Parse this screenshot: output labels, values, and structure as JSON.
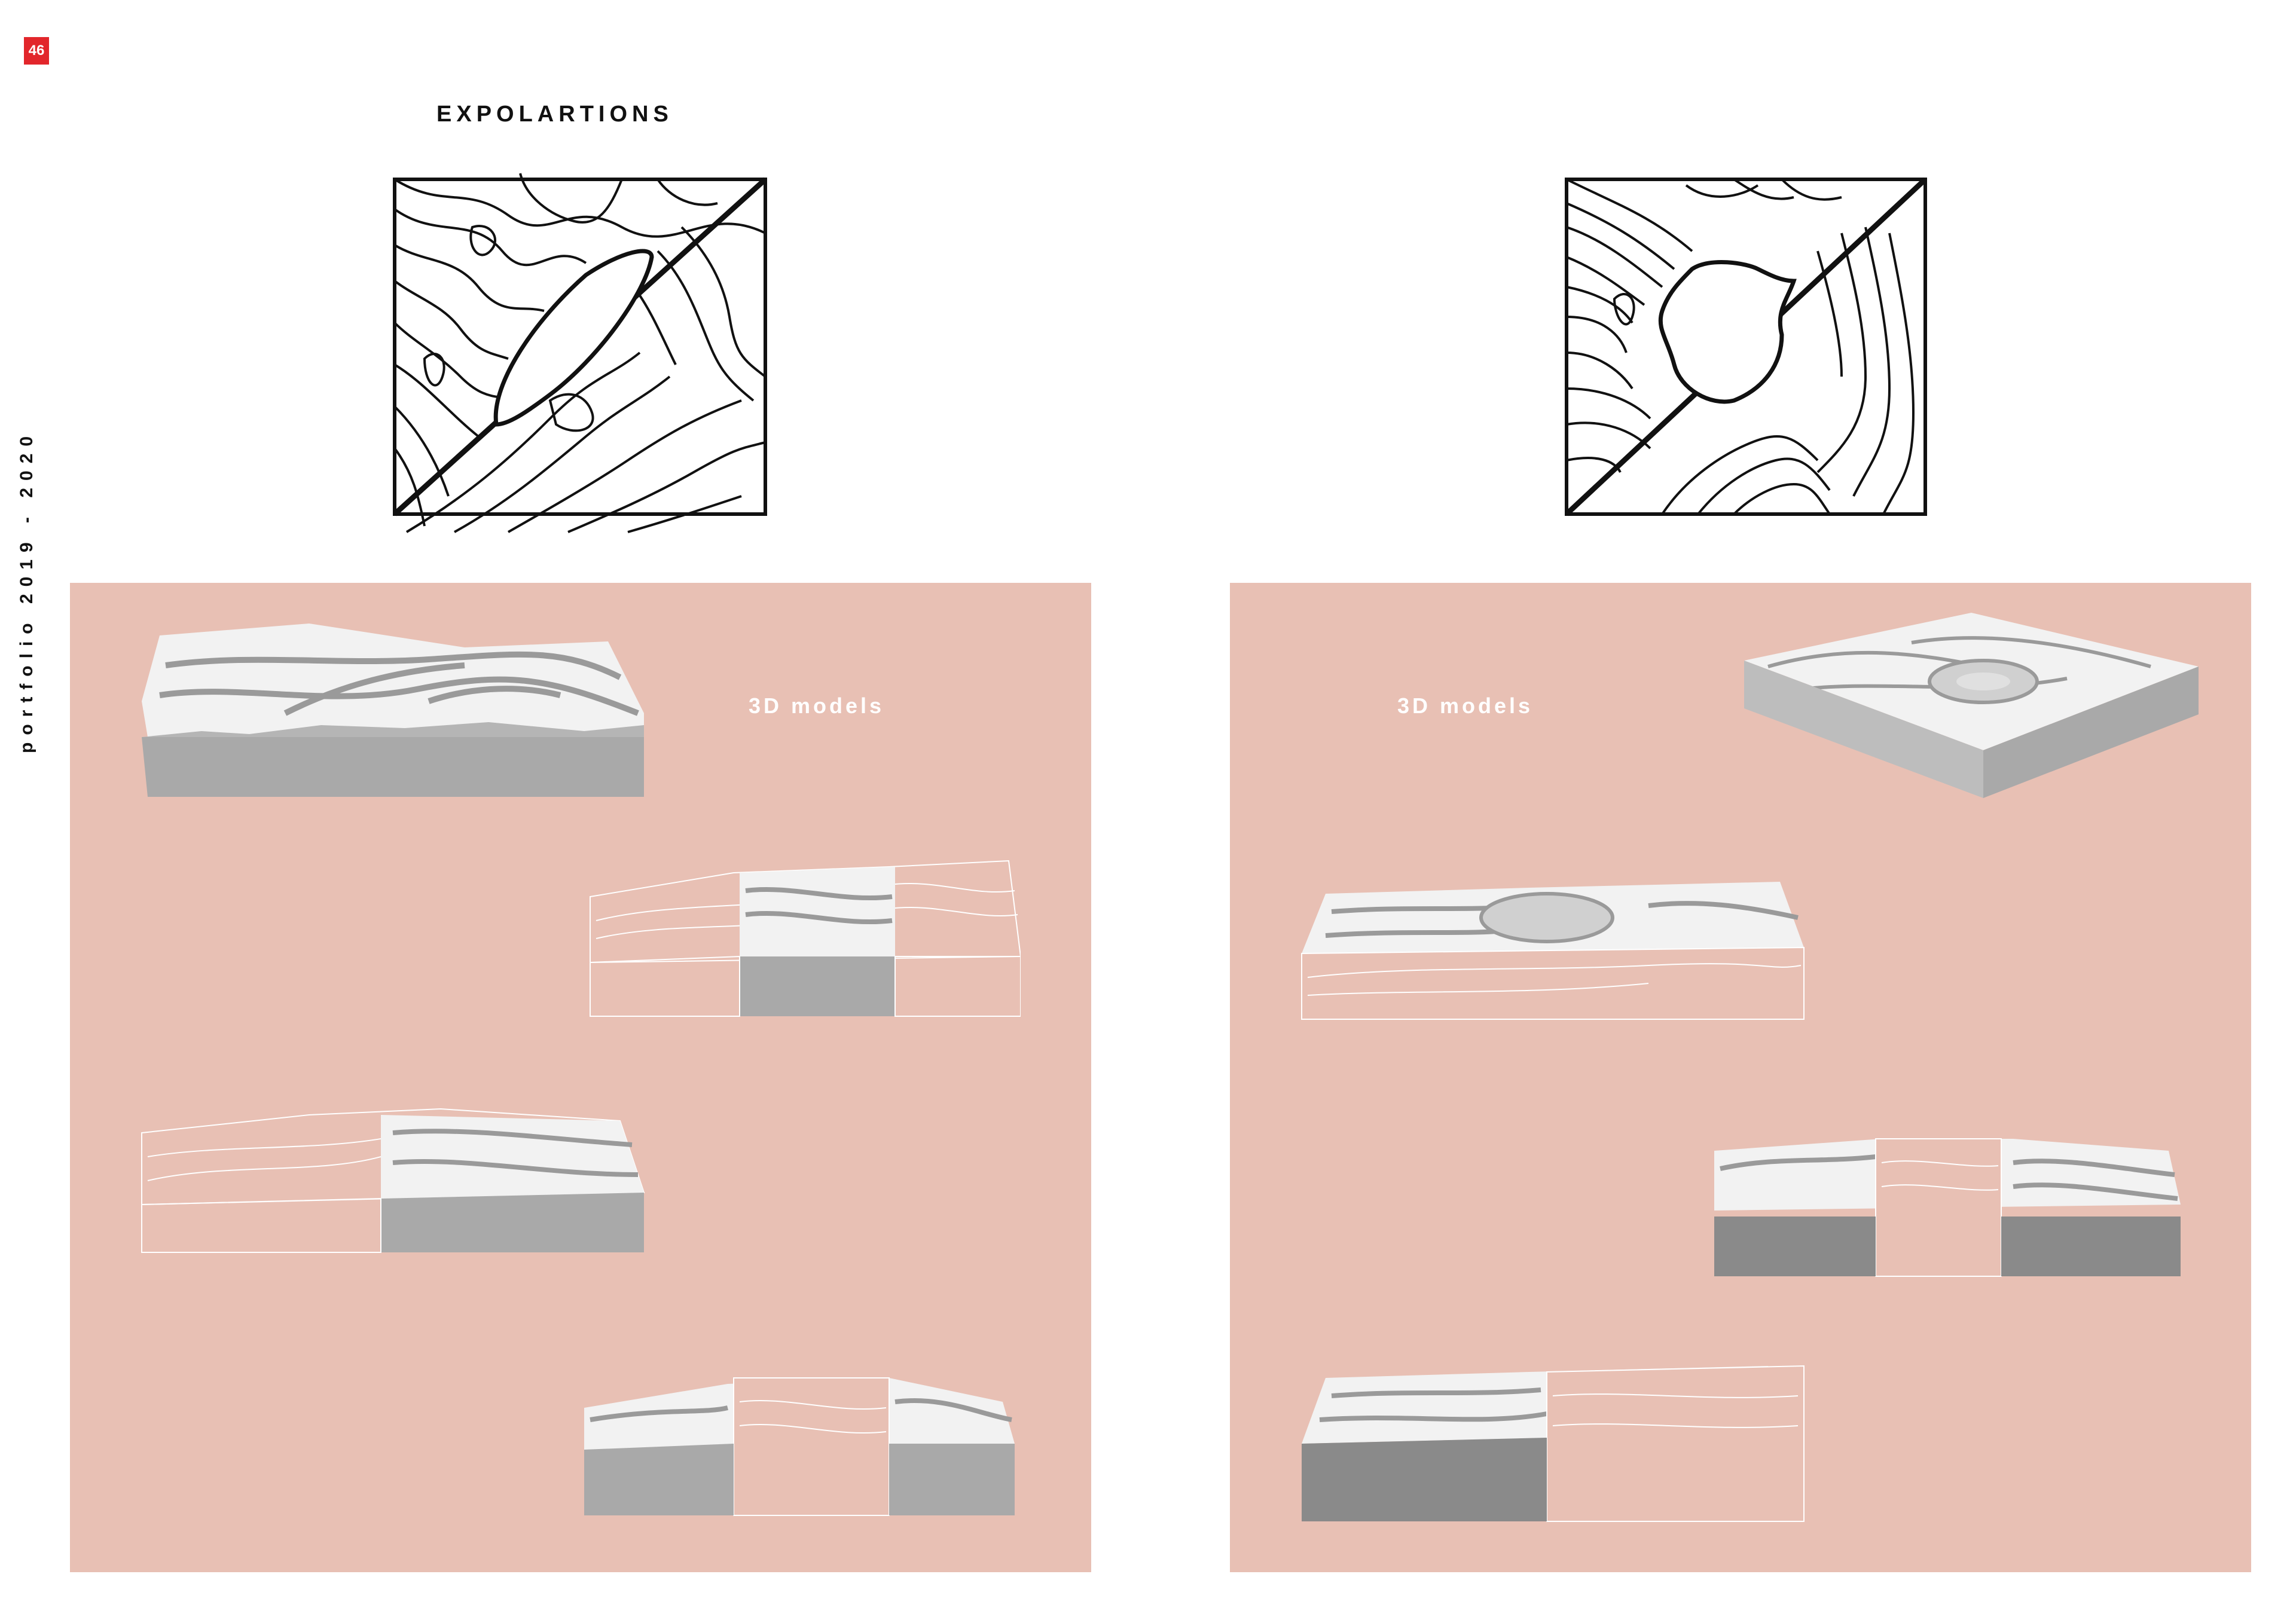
{
  "page": {
    "number": "46",
    "side_label": "portfolio 2019 - 2020"
  },
  "title": "EXPOLARTIONS",
  "panels": [
    {
      "label": "3D models"
    },
    {
      "label": "3D models"
    }
  ],
  "colors": {
    "accent": "#e2262b",
    "panel": "#e8c0b4",
    "model_top": "#f2f2f2",
    "model_side": "#a9a9a9",
    "model_side_dark": "#8a8a8a"
  },
  "icons": [
    "contour-plan-ellipse",
    "contour-plan-circle",
    "terrain-model"
  ]
}
